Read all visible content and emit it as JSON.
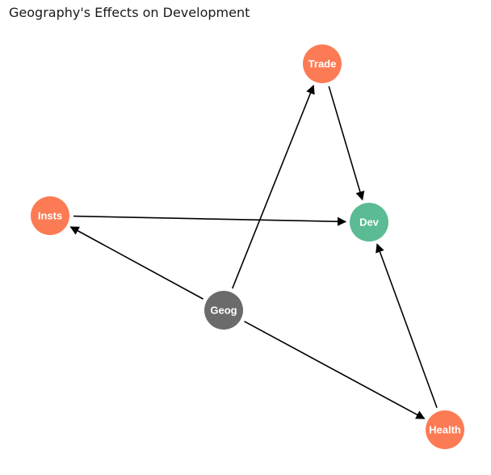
{
  "title": "Geography's Effects on Development",
  "colors": {
    "exposure": "#6b6b6b",
    "outcome": "#5bbb95",
    "mediator": "#fc7b54",
    "edge": "#000000"
  },
  "nodes": [
    {
      "id": "trade",
      "label": "Trade",
      "role": "mediator"
    },
    {
      "id": "insts",
      "label": "Insts",
      "role": "mediator"
    },
    {
      "id": "dev",
      "label": "Dev",
      "role": "outcome"
    },
    {
      "id": "geog",
      "label": "Geog",
      "role": "exposure"
    },
    {
      "id": "health",
      "label": "Health",
      "role": "mediator"
    }
  ],
  "edges": [
    {
      "from": "trade",
      "to": "dev"
    },
    {
      "from": "insts",
      "to": "dev"
    },
    {
      "from": "health",
      "to": "dev"
    },
    {
      "from": "geog",
      "to": "trade"
    },
    {
      "from": "geog",
      "to": "insts"
    },
    {
      "from": "geog",
      "to": "health"
    }
  ]
}
